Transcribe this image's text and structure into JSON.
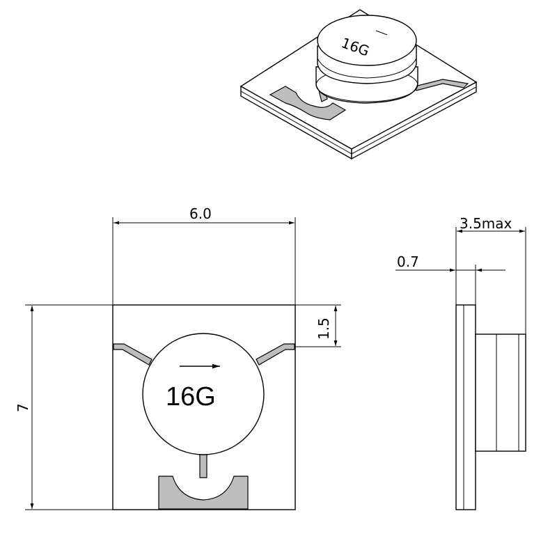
{
  "component": {
    "marking": "16G"
  },
  "dimensions": {
    "width": "6.0",
    "height": "7",
    "pin_offset": "1.5",
    "max_height": "3.5max",
    "substrate_thickness": "0.7"
  }
}
